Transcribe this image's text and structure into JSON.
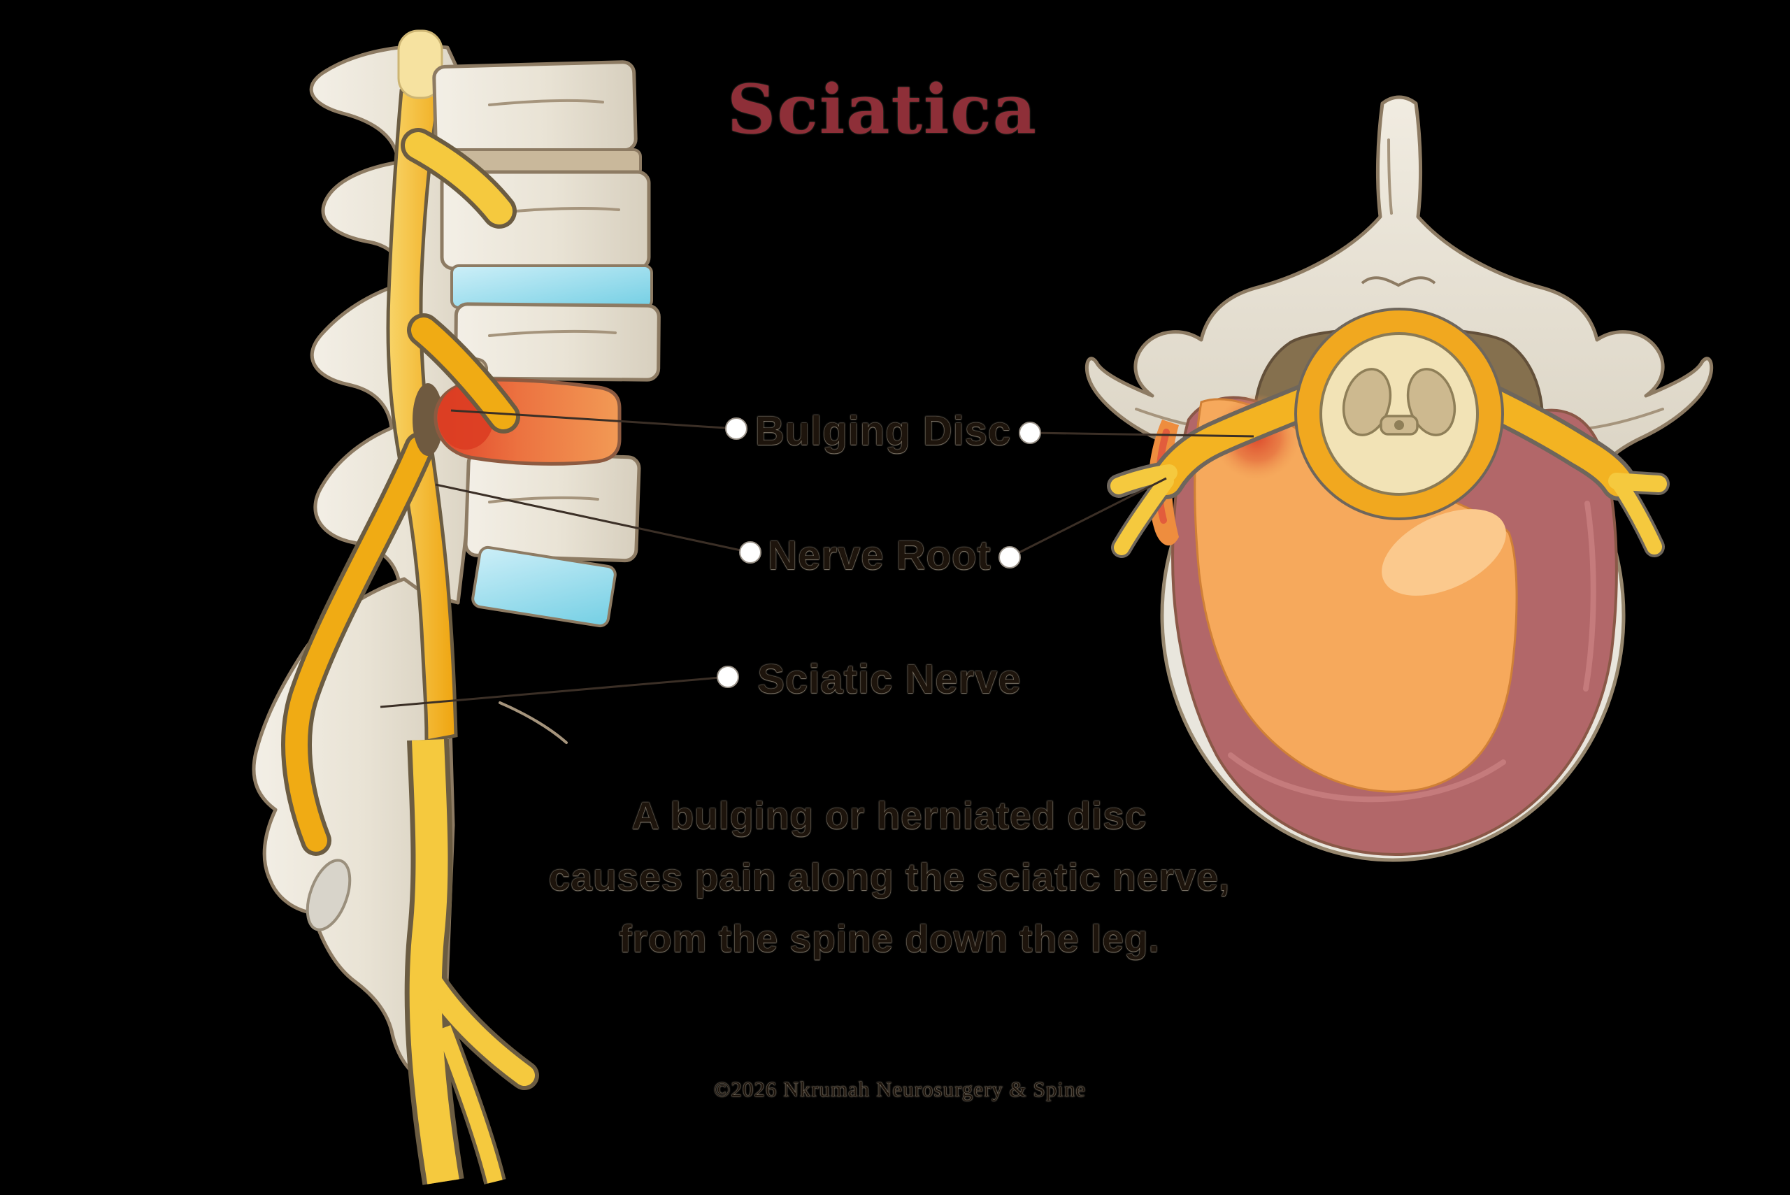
{
  "title": {
    "text": "Sciatica",
    "color": "#8e2f38"
  },
  "labels": [
    {
      "id": "bulging-disc",
      "text": "Bulging Disc"
    },
    {
      "id": "nerve-root",
      "text": "Nerve Root"
    },
    {
      "id": "sciatic-nerve",
      "text": "Sciatic Nerve"
    }
  ],
  "caption": {
    "line1": "A bulging or herniated disc",
    "line2": "causes pain along the sciatic nerve,",
    "line3": "from the spine down the leg."
  },
  "footer": {
    "copyright": "©2026 Nkrumah Neurosurgery & Spine"
  },
  "illustrations": {
    "left": "lumbar-spine-lateral-view-with-sciatic-nerve",
    "right": "vertebra-disc-cross-section-axial-view"
  },
  "colors": {
    "background": "#000000",
    "bone": "#ece6d9",
    "bone_outline": "#8d7b63",
    "disc_healthy": "#8fd8e8",
    "disc_degenerated_tan": "#c9b89b",
    "disc_bulging_red": "#e0432a",
    "disc_bulging_orange": "#f08c4d",
    "nerve_yellow": "#f2b626",
    "nerve_outline": "#6e665c",
    "annulus_rose": "#b26769",
    "nucleus_orange": "#f6a95c",
    "spinal_cord_cream": "#f2e3b6",
    "gray_matter_tan": "#cdb98f",
    "canal_brown": "#85704e",
    "connector_line": "#3b2f26",
    "label_dot": "#ffffff"
  }
}
